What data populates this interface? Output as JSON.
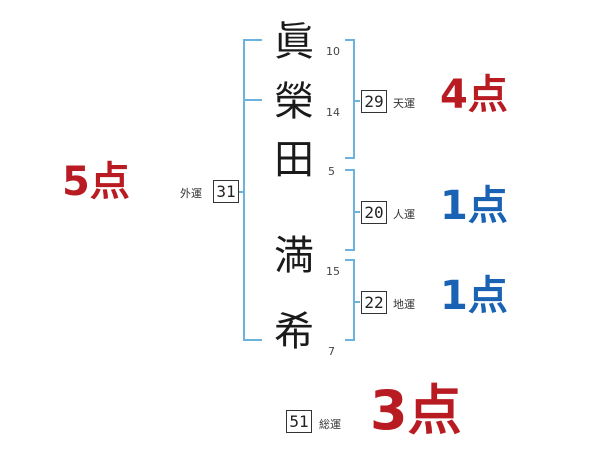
{
  "name": {
    "characters": [
      {
        "char": "眞",
        "strokes": "10"
      },
      {
        "char": "榮",
        "strokes": "14"
      },
      {
        "char": "田",
        "strokes": "5"
      },
      {
        "char": "満",
        "strokes": "15"
      },
      {
        "char": "希",
        "strokes": "7"
      }
    ]
  },
  "fortunes": {
    "tenkaku": {
      "label": "天運",
      "value": "29",
      "score": "4点"
    },
    "jinkaku": {
      "label": "人運",
      "value": "20",
      "score": "1点"
    },
    "chikaku": {
      "label": "地運",
      "value": "22",
      "score": "1点"
    },
    "gaikaku": {
      "label": "外運",
      "value": "31",
      "score": "5点"
    },
    "soukaku": {
      "label": "総運",
      "value": "51",
      "score": "3点"
    }
  },
  "colors": {
    "bracket": "#6bb3dd",
    "score_red": "#b81c22",
    "score_blue": "#1a62b4"
  }
}
